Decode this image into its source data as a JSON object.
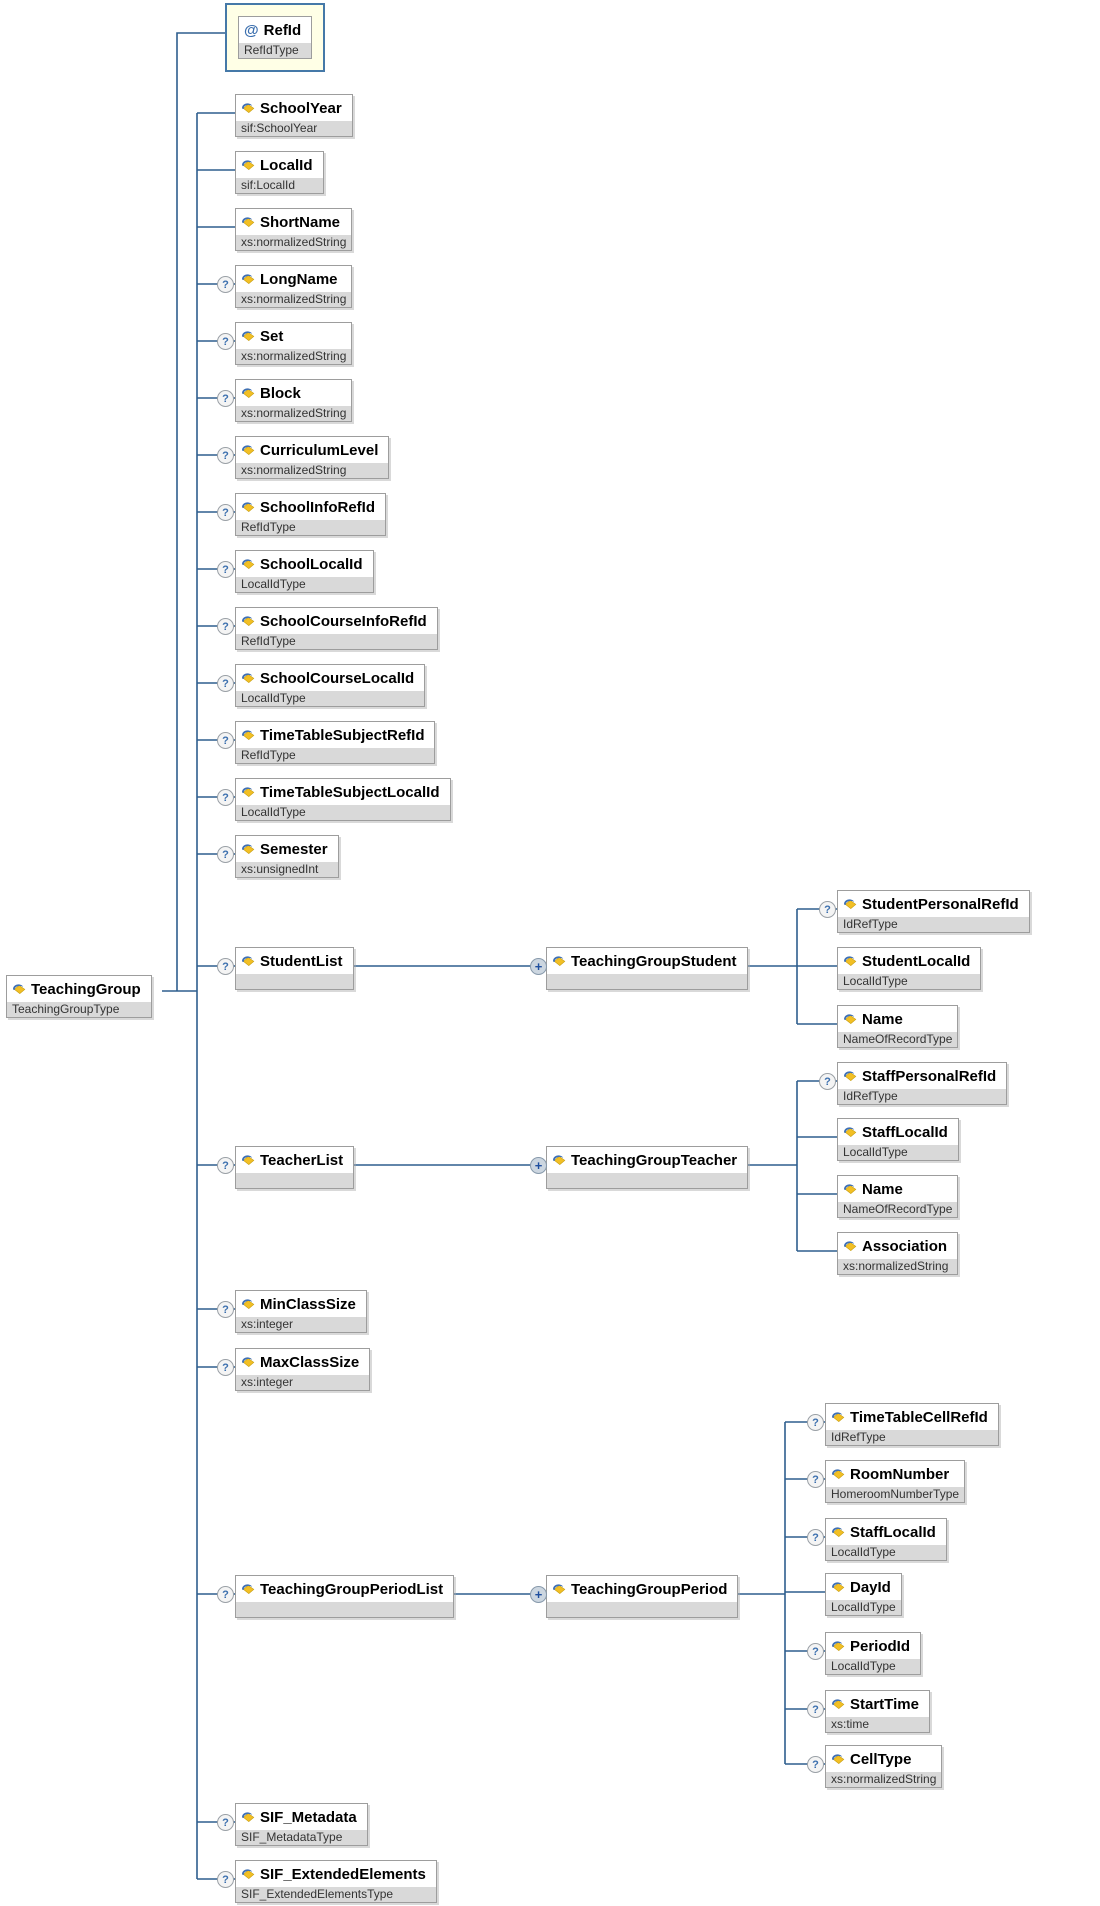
{
  "badges": {
    "optional": "?",
    "repeats": "+"
  },
  "root": {
    "name": "TeachingGroup",
    "type": "TeachingGroupType"
  },
  "attribute": {
    "marker": "@",
    "name": "RefId",
    "type": "RefIdType"
  },
  "nodes": {
    "schoolYear": {
      "name": "SchoolYear",
      "type": "sif:SchoolYear"
    },
    "localId": {
      "name": "LocalId",
      "type": "sif:LocalId"
    },
    "shortName": {
      "name": "ShortName",
      "type": "xs:normalizedString"
    },
    "longName": {
      "name": "LongName",
      "type": "xs:normalizedString"
    },
    "set": {
      "name": "Set",
      "type": "xs:normalizedString"
    },
    "block": {
      "name": "Block",
      "type": "xs:normalizedString"
    },
    "curriculumLevel": {
      "name": "CurriculumLevel",
      "type": "xs:normalizedString"
    },
    "schoolInfoRefId": {
      "name": "SchoolInfoRefId",
      "type": "RefIdType"
    },
    "schoolLocalId": {
      "name": "SchoolLocalId",
      "type": "LocalIdType"
    },
    "schoolCourseInfoRefId": {
      "name": "SchoolCourseInfoRefId",
      "type": "RefIdType"
    },
    "schoolCourseLocalId": {
      "name": "SchoolCourseLocalId",
      "type": "LocalIdType"
    },
    "timeTableSubjectRefId": {
      "name": "TimeTableSubjectRefId",
      "type": "RefIdType"
    },
    "timeTableSubjectLocalId": {
      "name": "TimeTableSubjectLocalId",
      "type": "LocalIdType"
    },
    "semester": {
      "name": "Semester",
      "type": "xs:unsignedInt"
    },
    "studentList": {
      "name": "StudentList",
      "type": ""
    },
    "teachingGroupStudent": {
      "name": "TeachingGroupStudent",
      "type": ""
    },
    "studentPersonalRefId": {
      "name": "StudentPersonalRefId",
      "type": "IdRefType"
    },
    "studentLocalId": {
      "name": "StudentLocalId",
      "type": "LocalIdType"
    },
    "studentName": {
      "name": "Name",
      "type": "NameOfRecordType"
    },
    "teacherList": {
      "name": "TeacherList",
      "type": ""
    },
    "teachingGroupTeacher": {
      "name": "TeachingGroupTeacher",
      "type": ""
    },
    "staffPersonalRefId": {
      "name": "StaffPersonalRefId",
      "type": "IdRefType"
    },
    "staffLocalId": {
      "name": "StaffLocalId",
      "type": "LocalIdType"
    },
    "teacherName": {
      "name": "Name",
      "type": "NameOfRecordType"
    },
    "association": {
      "name": "Association",
      "type": "xs:normalizedString"
    },
    "minClassSize": {
      "name": "MinClassSize",
      "type": "xs:integer"
    },
    "maxClassSize": {
      "name": "MaxClassSize",
      "type": "xs:integer"
    },
    "teachingGroupPeriodList": {
      "name": "TeachingGroupPeriodList",
      "type": ""
    },
    "teachingGroupPeriod": {
      "name": "TeachingGroupPeriod",
      "type": ""
    },
    "timeTableCellRefId": {
      "name": "TimeTableCellRefId",
      "type": "IdRefType"
    },
    "roomNumber": {
      "name": "RoomNumber",
      "type": "HomeroomNumberType"
    },
    "periodStaffLocalId": {
      "name": "StaffLocalId",
      "type": "LocalIdType"
    },
    "dayId": {
      "name": "DayId",
      "type": "LocalIdType"
    },
    "periodId": {
      "name": "PeriodId",
      "type": "LocalIdType"
    },
    "startTime": {
      "name": "StartTime",
      "type": "xs:time"
    },
    "cellType": {
      "name": "CellType",
      "type": "xs:normalizedString"
    },
    "sifMetadata": {
      "name": "SIF_Metadata",
      "type": "SIF_MetadataType"
    },
    "sifExtendedElements": {
      "name": "SIF_ExtendedElements",
      "type": "SIF_ExtendedElementsType"
    }
  },
  "colors": {
    "connector": "#2e5e8e",
    "type_strip": "#d9d9d9",
    "attribute_fill": "#ffffe6",
    "attribute_border": "#4579a8",
    "element_icon_yellow": "#f2bf24",
    "element_icon_blue": "#3d6fb4"
  }
}
